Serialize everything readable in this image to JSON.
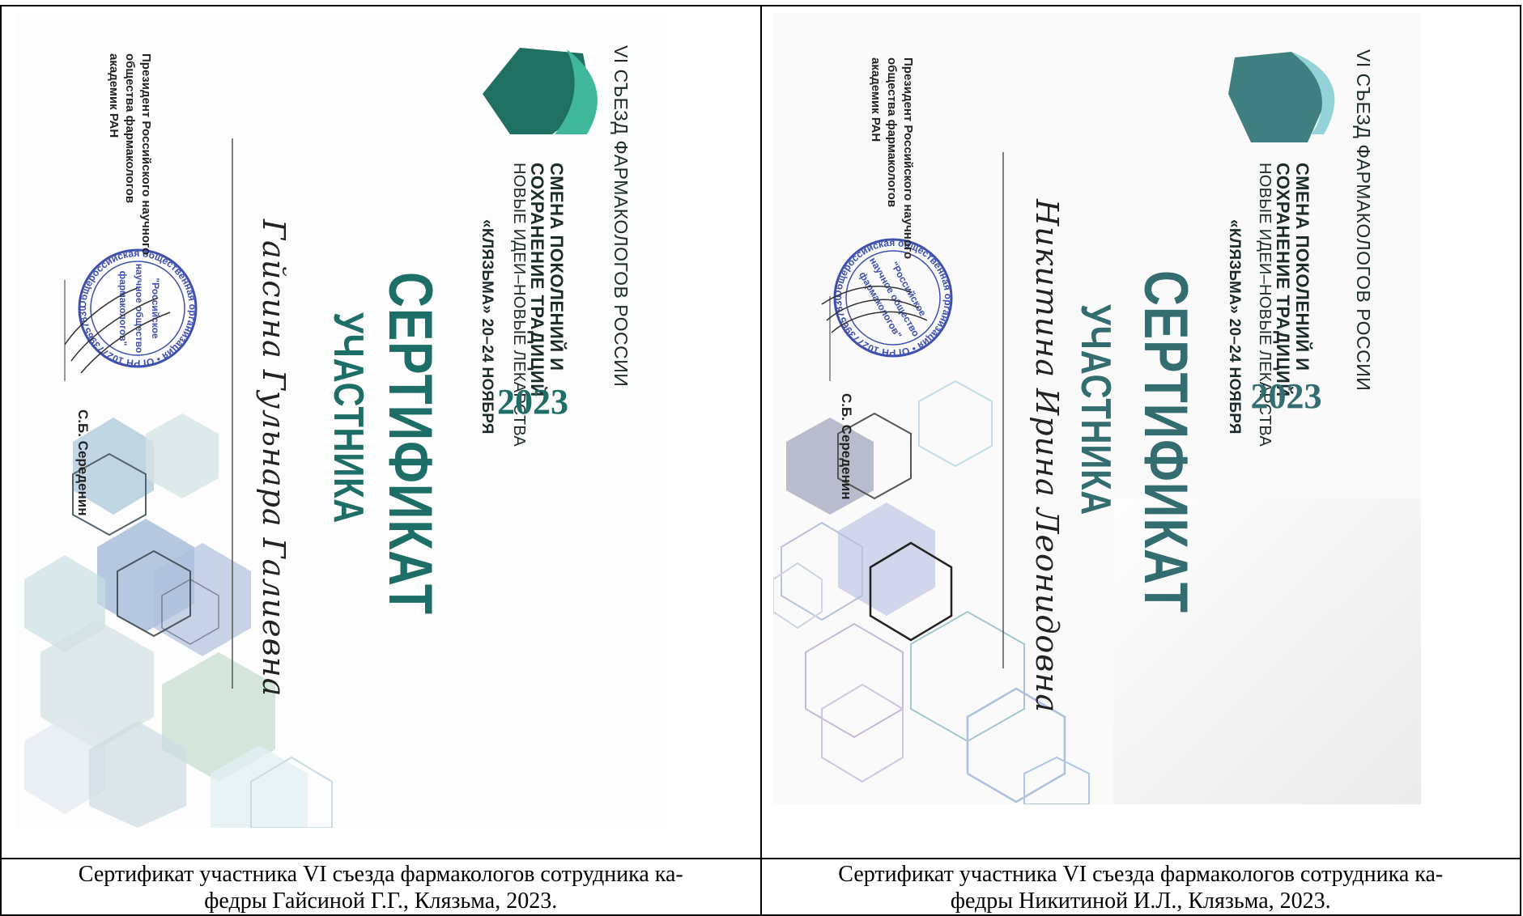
{
  "certificates": [
    {
      "congress": "VI СЪЕЗД ФАРМАКОЛОГОВ РОССИИ",
      "tagline_1": "СМЕНА ПОКОЛЕНИЙ И",
      "tagline_2": "СОХРАНЕНИЕ ТРАДИЦИЙ",
      "tagline_3": "НОВЫЕ ИДЕИ–НОВЫЕ ЛЕКАРСТВА",
      "dates": "«КЛЯЗЬМА» 20–24 НОЯБРЯ",
      "year": "2023",
      "title": "СЕРТИФИКАТ",
      "subtitle": "УЧАСТНИКА",
      "recipient": "Гайсина Гульнара Галиевна",
      "president_line_1": "Президент Российского научного",
      "president_line_2": "общества фармакологов",
      "president_line_3": "академик РАН",
      "signer": "С.Б. Середенин",
      "stamp_outer": "Общероссийская общественная организация • ОГРН 1027739657830 • Москва •",
      "stamp_inner_1": "\"Российское",
      "stamp_inner_2": "научное общество",
      "stamp_inner_3": "фармакологов\""
    },
    {
      "congress": "VI СЪЕЗД ФАРМАКОЛОГОВ РОССИИ",
      "tagline_1": "СМЕНА ПОКОЛЕНИЙ И",
      "tagline_2": "СОХРАНЕНИЕ ТРАДИЦИЙ",
      "tagline_3": "НОВЫЕ ИДЕИ–НОВЫЕ ЛЕКАРСТВА",
      "dates": "«КЛЯЗЬМА» 20–24 НОЯБРЯ",
      "year": "2023",
      "title": "СЕРТИФИКАТ",
      "subtitle": "УЧАСТНИКА",
      "recipient": "Никитина Ирина Леонидовна",
      "president_line_1": "Президент Российского научного",
      "president_line_2": "общества фармакологов",
      "president_line_3": "академик РАН",
      "signer": "С.Б. Середенин",
      "stamp_outer": "Общероссийская общественная организация • ОГРН 1027739657830 • Москва •",
      "stamp_inner_1": "\"Российское",
      "stamp_inner_2": "научное общество",
      "stamp_inner_3": "фармакологов\""
    }
  ],
  "captions": [
    {
      "line_1": "Сертификат участника VI съезда фармакологов сотрудника ка-",
      "line_2": "федры Гайсиной Г.Г., Клязьма, 2023."
    },
    {
      "line_1": "Сертификат участника VI съезда фармакологов сотрудника ка-",
      "line_2": "федры Никитиной И.Л., Клязьма, 2023."
    }
  ],
  "colors": {
    "accent_teal": "#1d6e66",
    "logo_dark": "#1f6f62",
    "logo_light": "#3fb89a",
    "stamp_blue": "#3e4fb0"
  }
}
